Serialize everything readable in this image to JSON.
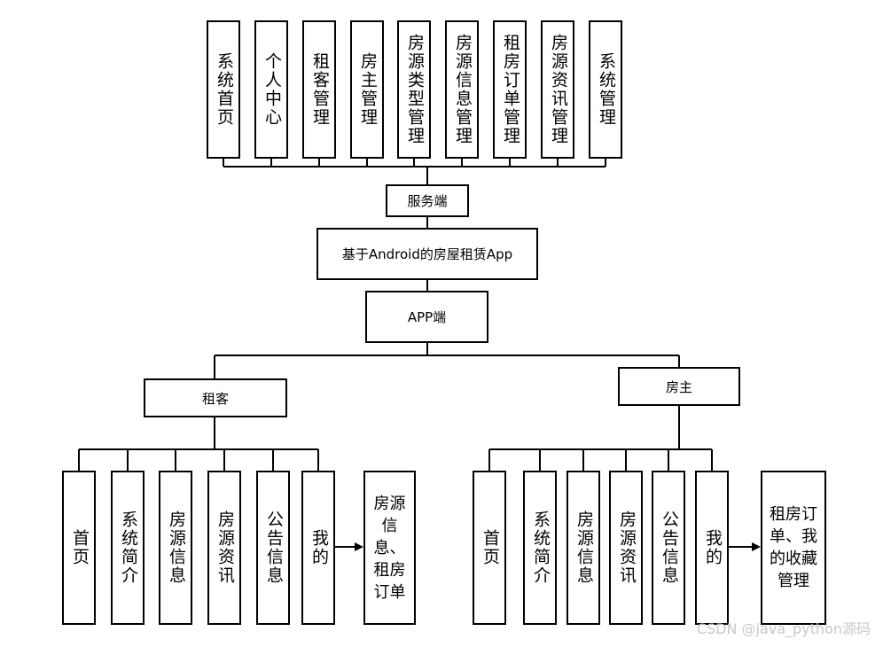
{
  "top_modules": [
    "系统首页",
    "个人中心",
    "租客管理",
    "房主管理",
    "房源类型管理",
    "房源信息管理",
    "租房订单管理",
    "房源资讯管理",
    "系统管理"
  ],
  "server_label": "服务端",
  "app_title": "基于Android的房屋租赁App",
  "app_end_label": "APP端",
  "tenant": {
    "label": "租客",
    "modules": [
      "首页",
      "系统简介",
      "房源信息",
      "房源资讯",
      "公告信息",
      "我的"
    ],
    "detail": "房源信息、租房订单"
  },
  "owner": {
    "label": "房主",
    "modules": [
      "首页",
      "系统简介",
      "房源信息",
      "房源资讯",
      "公告信息",
      "我的"
    ],
    "detail": "租房订单、我的收藏管理"
  },
  "watermark": "CSDN @java_python源码"
}
